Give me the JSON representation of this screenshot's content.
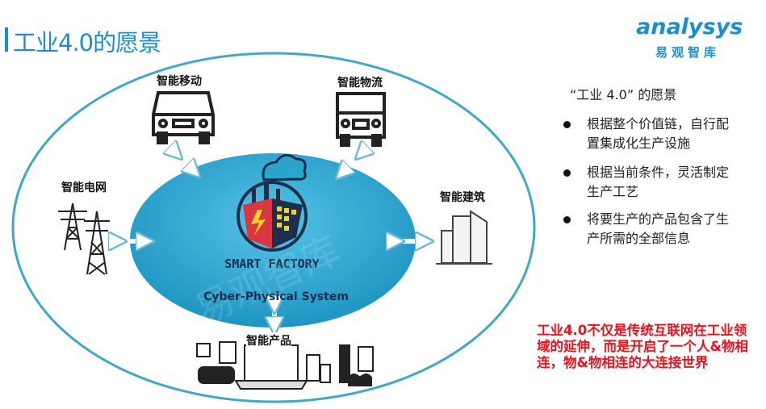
{
  "header": {
    "title": "工业4.0的愿景",
    "logo_en": "analysys",
    "logo_cn": "易观智库"
  },
  "diagram": {
    "center_logo": "SMART FACTORY",
    "center_label": "Cyber-Physical System",
    "nodes": {
      "mobility": "智能移动",
      "logistics": "智能物流",
      "grid": "智能电网",
      "building": "智能建筑",
      "product": "智能产品"
    },
    "watermark": "易观智库"
  },
  "side": {
    "heading": "“工业 4.0” 的愿景",
    "bullets": [
      "根据整个价值链，自行配置集成化生产设施",
      "根据当前条件，灵活制定生产工艺",
      "将要生产的产品包含了生产所需的全部信息"
    ],
    "highlight": "工业4.0不仅是传统互联网在工业领域的延伸，而是开启了一个人&物相连，物&物相连的大连接世界"
  },
  "colors": {
    "accent": "#1a8fd0",
    "ellipse": "#2ba3cc",
    "highlight": "#e8141b"
  }
}
